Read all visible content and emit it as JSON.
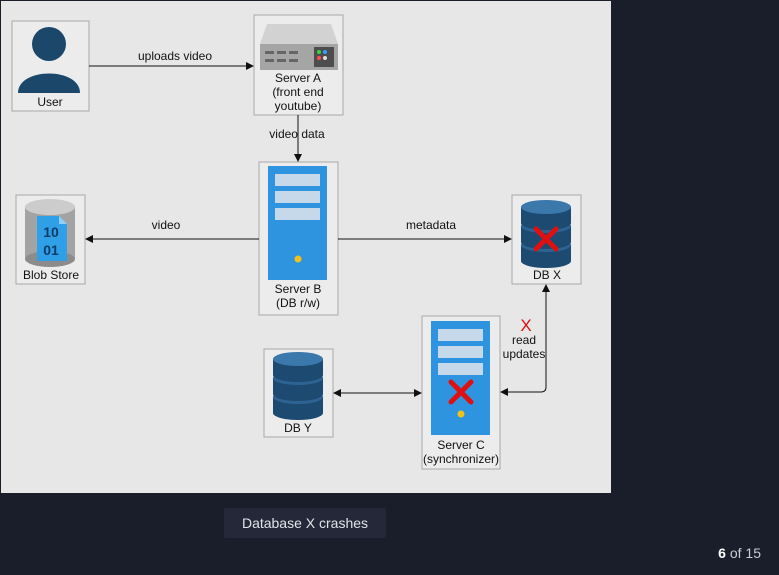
{
  "nodes": {
    "user": {
      "label": "User"
    },
    "server_a": {
      "line1": "Server A",
      "line2": "(front end",
      "line3": "youtube)"
    },
    "server_b": {
      "line1": "Server B",
      "line2": "(DB r/w)"
    },
    "server_c": {
      "line1": "Server C",
      "line2": "(synchronizer)"
    },
    "blob_store": {
      "label": "Blob Store",
      "digits_top": "10",
      "digits_bottom": "01"
    },
    "db_x": {
      "label": "DB X"
    },
    "db_y": {
      "label": "DB Y"
    }
  },
  "edges": {
    "uploads_video": "uploads video",
    "video_data": "video data",
    "video": "video",
    "metadata": "metadata",
    "read_updates_mark": "X",
    "read_updates_line1": "read",
    "read_updates_line2": "updates"
  },
  "colors": {
    "server_blue": "#2f94e0",
    "db_navy": "#1d4a70",
    "crash_red": "#e01010",
    "user_navy": "#1b476a"
  },
  "caption": "Database X crashes",
  "pager": {
    "current": "6",
    "separator": "of",
    "total": "15"
  }
}
